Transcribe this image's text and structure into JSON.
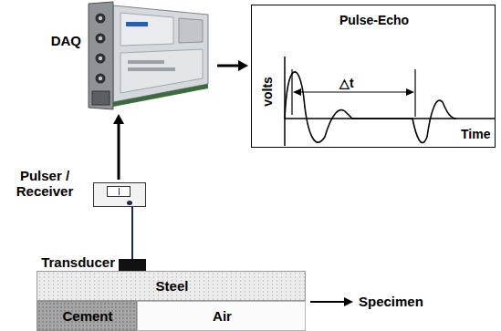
{
  "diagram": {
    "nodes": [
      {
        "text": [
          "DAQ"
        ]
      },
      {
        "text": [
          "Pulse-Echo"
        ]
      },
      {
        "text": [
          "Pulser / Receiver"
        ]
      },
      {
        "text": [
          "Transducer"
        ]
      },
      {
        "text": [
          "Steel"
        ]
      },
      {
        "text": [
          "Cement"
        ]
      },
      {
        "text": [
          "Air"
        ]
      }
    ],
    "edges": [
      {
        "from": 0,
        "to": 1,
        "arrow": "to"
      },
      {
        "from": 2,
        "to": 0,
        "arrow": "to"
      },
      {
        "from": 2,
        "to": 3,
        "arrow": "none"
      }
    ],
    "labels": [
      "△t",
      "volts",
      "Time",
      "Specimen"
    ]
  }
}
